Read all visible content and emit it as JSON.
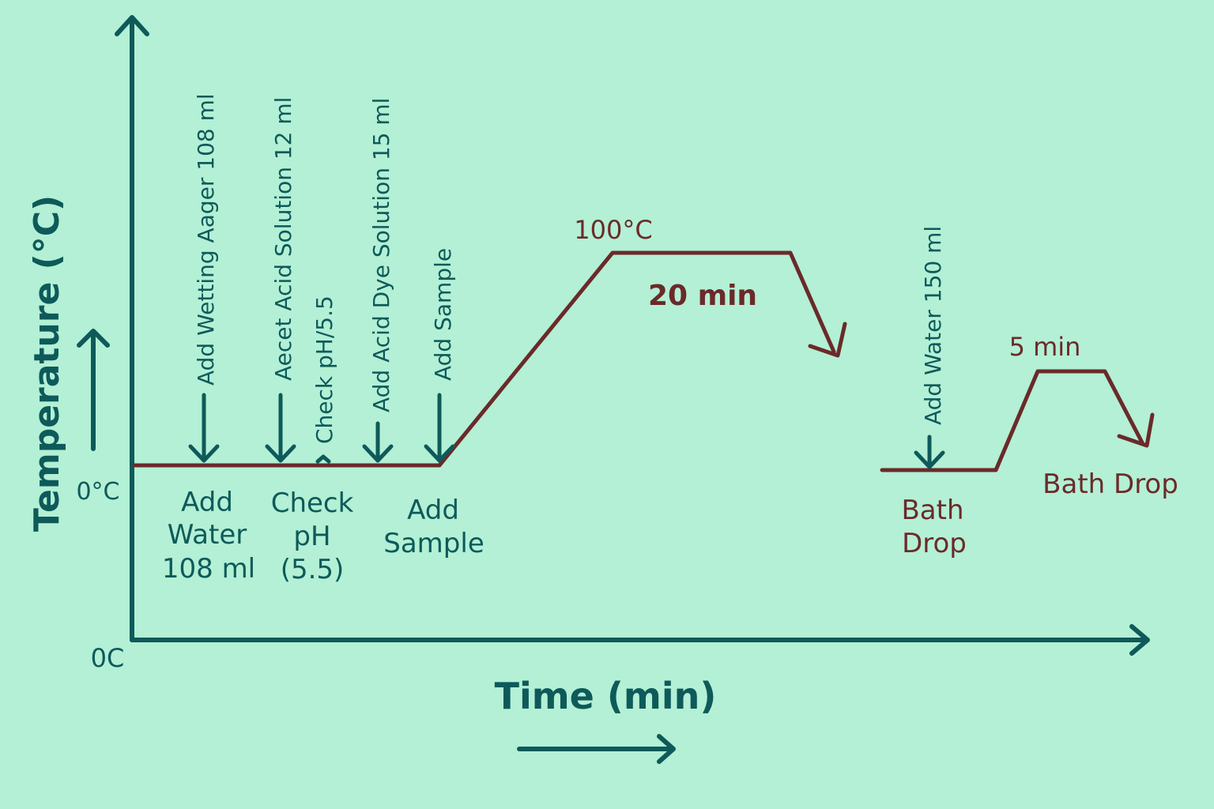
{
  "colors": {
    "background": "#b3f0d5",
    "axis": "#0e5a5a",
    "profile_line": "#6b2a2a",
    "step_text": "#0e5a5a",
    "profile_text": "#6b2a2a"
  },
  "axes": {
    "y_label": "Temperature (°C)",
    "x_label": "Time (min)",
    "origin_label": "0C",
    "baseline_label": "0°C"
  },
  "vertical_steps": [
    "Add Wetting Aager  108 ml",
    "Aecet Acid Solution 12 ml",
    "Check pH/5.5",
    "Add Acid Dye Solution 15 ml",
    "Add Sample",
    "Add Water 150 ml"
  ],
  "bottom_labels": {
    "add_water": [
      "Add",
      "Water",
      "108 ml"
    ],
    "check_ph": [
      "Check",
      "pH",
      "(5.5)"
    ],
    "add_sample": [
      "Add",
      "Sample"
    ],
    "bath_drop_1": [
      "Bath",
      "Drop"
    ],
    "bath_drop_2": "Bath Drop"
  },
  "profile_labels": {
    "peak_temp": "100°C",
    "hold_time_1": "20 min",
    "hold_time_2": "5 min"
  }
}
